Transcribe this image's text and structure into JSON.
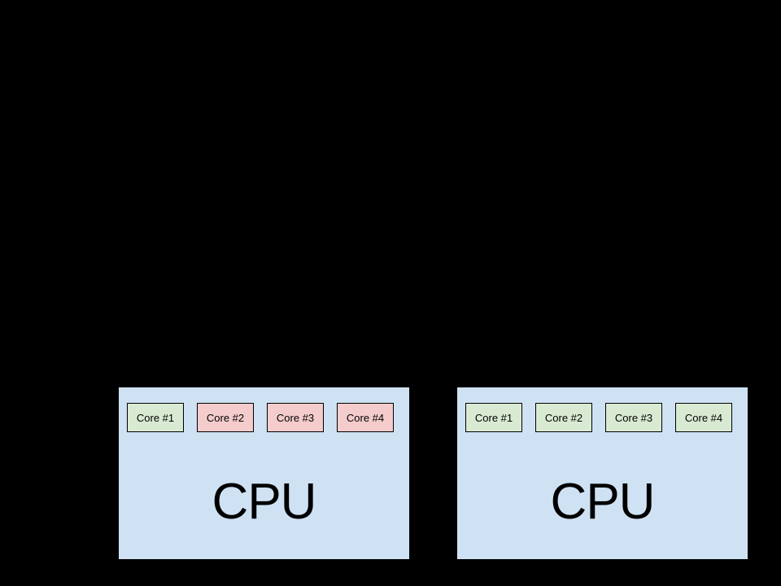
{
  "canvas": {
    "background": "#000000"
  },
  "colors": {
    "cpu_fill": "#cfe2f3",
    "core_green_fill": "#d9ead3",
    "core_pink_fill": "#f4cccc",
    "border": "#000000",
    "text": "#000000"
  },
  "cpus": [
    {
      "label": "CPU",
      "fill": "#cfe2f3",
      "cores": [
        {
          "label": "Core #1",
          "fill": "#d9ead3"
        },
        {
          "label": "Core #2",
          "fill": "#f4cccc"
        },
        {
          "label": "Core #3",
          "fill": "#f4cccc"
        },
        {
          "label": "Core #4",
          "fill": "#f4cccc"
        }
      ]
    },
    {
      "label": "CPU",
      "fill": "#cfe2f3",
      "cores": [
        {
          "label": "Core #1",
          "fill": "#d9ead3"
        },
        {
          "label": "Core #2",
          "fill": "#d9ead3"
        },
        {
          "label": "Core #3",
          "fill": "#d9ead3"
        },
        {
          "label": "Core #4",
          "fill": "#d9ead3"
        }
      ]
    }
  ]
}
